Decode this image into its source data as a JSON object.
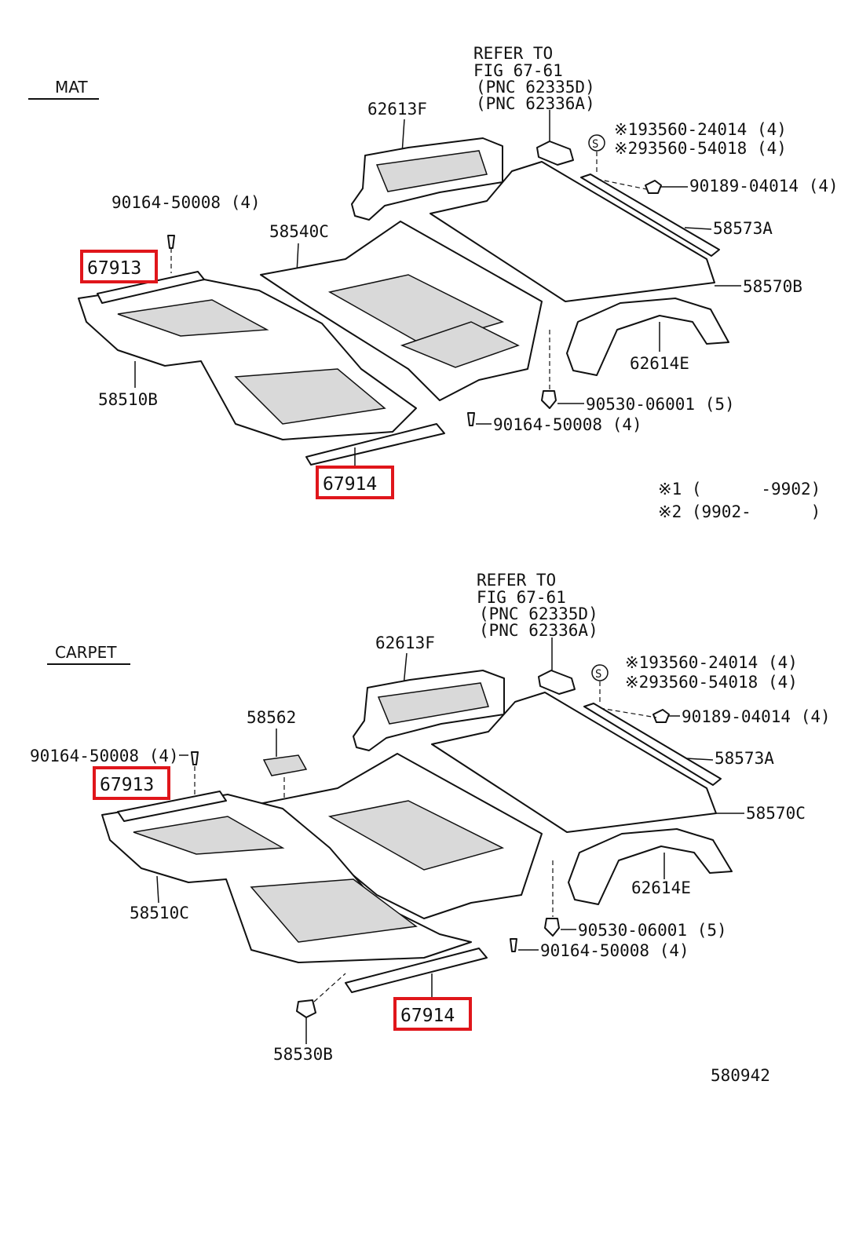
{
  "colors": {
    "highlight": "#e0161b",
    "ink": "#111111",
    "shade": "#d9d9d9"
  },
  "mat": {
    "section_title": "MAT",
    "refer": [
      "REFER TO",
      "FIG 67-61",
      "(PNC 62335D)",
      "(PNC 62336A)"
    ],
    "labels": {
      "p62613F": "62613F",
      "p193560": "※193560-24014 (4)",
      "p293560": "※293560-54018 (4)",
      "p90189": "90189-04014 (4)",
      "p90164_top": "90164-50008 (4)",
      "p58540C": "58540C",
      "p58573A": "58573A",
      "p58570B": "58570B",
      "p62614E": "62614E",
      "p58510B": "58510B",
      "p90530": "90530-06001 (5)",
      "p90164_bottom": "90164-50008 (4)"
    },
    "highlight": {
      "front": "67913",
      "rear": "67914"
    },
    "notes": [
      "※1 (      -9902)",
      "※2 (9902-      )"
    ]
  },
  "carpet": {
    "section_title": "CARPET",
    "refer": [
      "REFER TO",
      "FIG 67-61",
      "(PNC 62335D)",
      "(PNC 62336A)"
    ],
    "labels": {
      "p62613F": "62613F",
      "p193560": "※193560-24014 (4)",
      "p293560": "※293560-54018 (4)",
      "p90189": "90189-04014 (4)",
      "p58562": "58562",
      "p90164_top": "90164-50008 (4)",
      "p58573A": "58573A",
      "p58570C": "58570C",
      "p62614E": "62614E",
      "p58510C": "58510C",
      "p90530": "90530-06001 (5)",
      "p90164_bottom": "90164-50008 (4)",
      "p58530B": "58530B"
    },
    "highlight": {
      "front": "67913",
      "rear": "67914"
    }
  },
  "diagram_id": "580942"
}
